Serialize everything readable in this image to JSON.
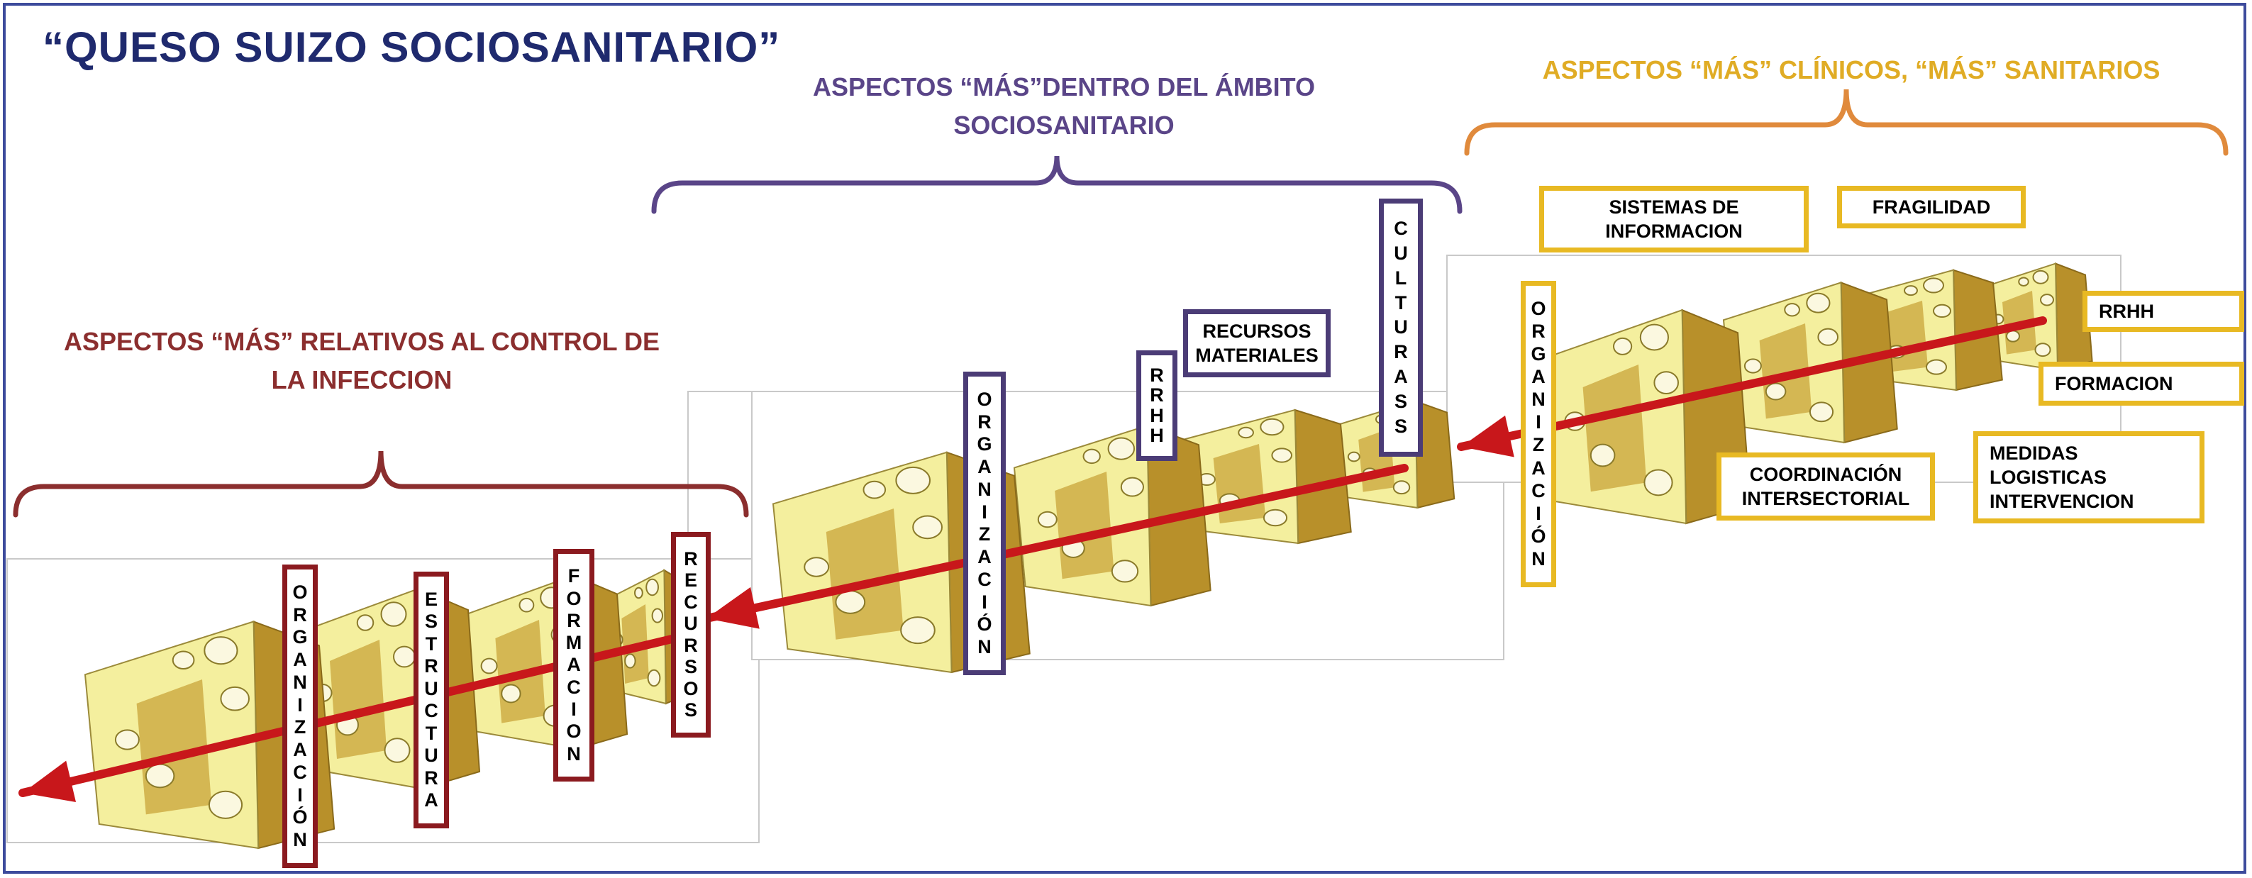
{
  "title": "“QUESO SUIZO SOCIOSANITARIO”",
  "colors": {
    "frame": "#3d4b9c",
    "title": "#1f2a6e",
    "infection_group": "#8b2e2e",
    "sociosanitario_group": "#5a4588",
    "clinical_group": "#e0ac25",
    "cheese_light": "#f4ef9e",
    "cheese_dark": "#b8902a",
    "arrow": "#c8171b"
  },
  "groups": {
    "infection": {
      "label": "ASPECTOS “MÁS” RELATIVOS AL CONTROL DE LA INFECCION",
      "layers": [
        {
          "label": "ORGANIZACIÓN",
          "letters": [
            "O",
            "R",
            "G",
            "A",
            "N",
            "I",
            "Z",
            "A",
            "C",
            "I",
            "Ó",
            "N"
          ]
        },
        {
          "label": "ESTRUCTURA",
          "letters": [
            "E",
            "S",
            "T",
            "R",
            "U",
            "C",
            "T",
            "U",
            "R",
            "A"
          ]
        },
        {
          "label": "FORMACION",
          "letters": [
            "F",
            "O",
            "R",
            "M",
            "A",
            "C",
            "I",
            "O",
            "N"
          ]
        },
        {
          "label": "RECURSOS",
          "letters": [
            "R",
            "E",
            "C",
            "U",
            "R",
            "S",
            "O",
            "S"
          ]
        }
      ]
    },
    "sociosanitario": {
      "label": "ASPECTOS “MÁS”DENTRO DEL ÁMBITO SOCIOSANITARIO",
      "layers": [
        {
          "label": "ORGANIZACIÓN",
          "letters": [
            "O",
            "R",
            "G",
            "A",
            "N",
            "I",
            "Z",
            "A",
            "C",
            "I",
            "Ó",
            "N"
          ]
        },
        {
          "label": "RRHH",
          "letters": [
            "R",
            "R",
            "H",
            "H"
          ]
        },
        {
          "label": "RECURSOS MATERIALES"
        },
        {
          "label": "CULTURA SS",
          "letters": [
            "C",
            "U",
            "L",
            "T",
            "U",
            "R",
            "A",
            "S",
            "S"
          ]
        }
      ]
    },
    "clinical": {
      "label": "ASPECTOS “MÁS” CLÍNICOS, “MÁS” SANITARIOS",
      "layers": [
        {
          "label": "ORGANIZACIÓN",
          "letters": [
            "O",
            "R",
            "G",
            "A",
            "N",
            "I",
            "Z",
            "A",
            "C",
            "I",
            "Ó",
            "N"
          ]
        },
        {
          "label": "SISTEMAS DE INFORMACION"
        },
        {
          "label": "FRAGILIDAD"
        },
        {
          "label": "RRHH"
        },
        {
          "label": "FORMACION"
        },
        {
          "label": "COORDINACIÓN INTERSECTORIAL"
        },
        {
          "label": "MEDIDAS LOGISTICAS INTERVENCION"
        }
      ]
    }
  }
}
